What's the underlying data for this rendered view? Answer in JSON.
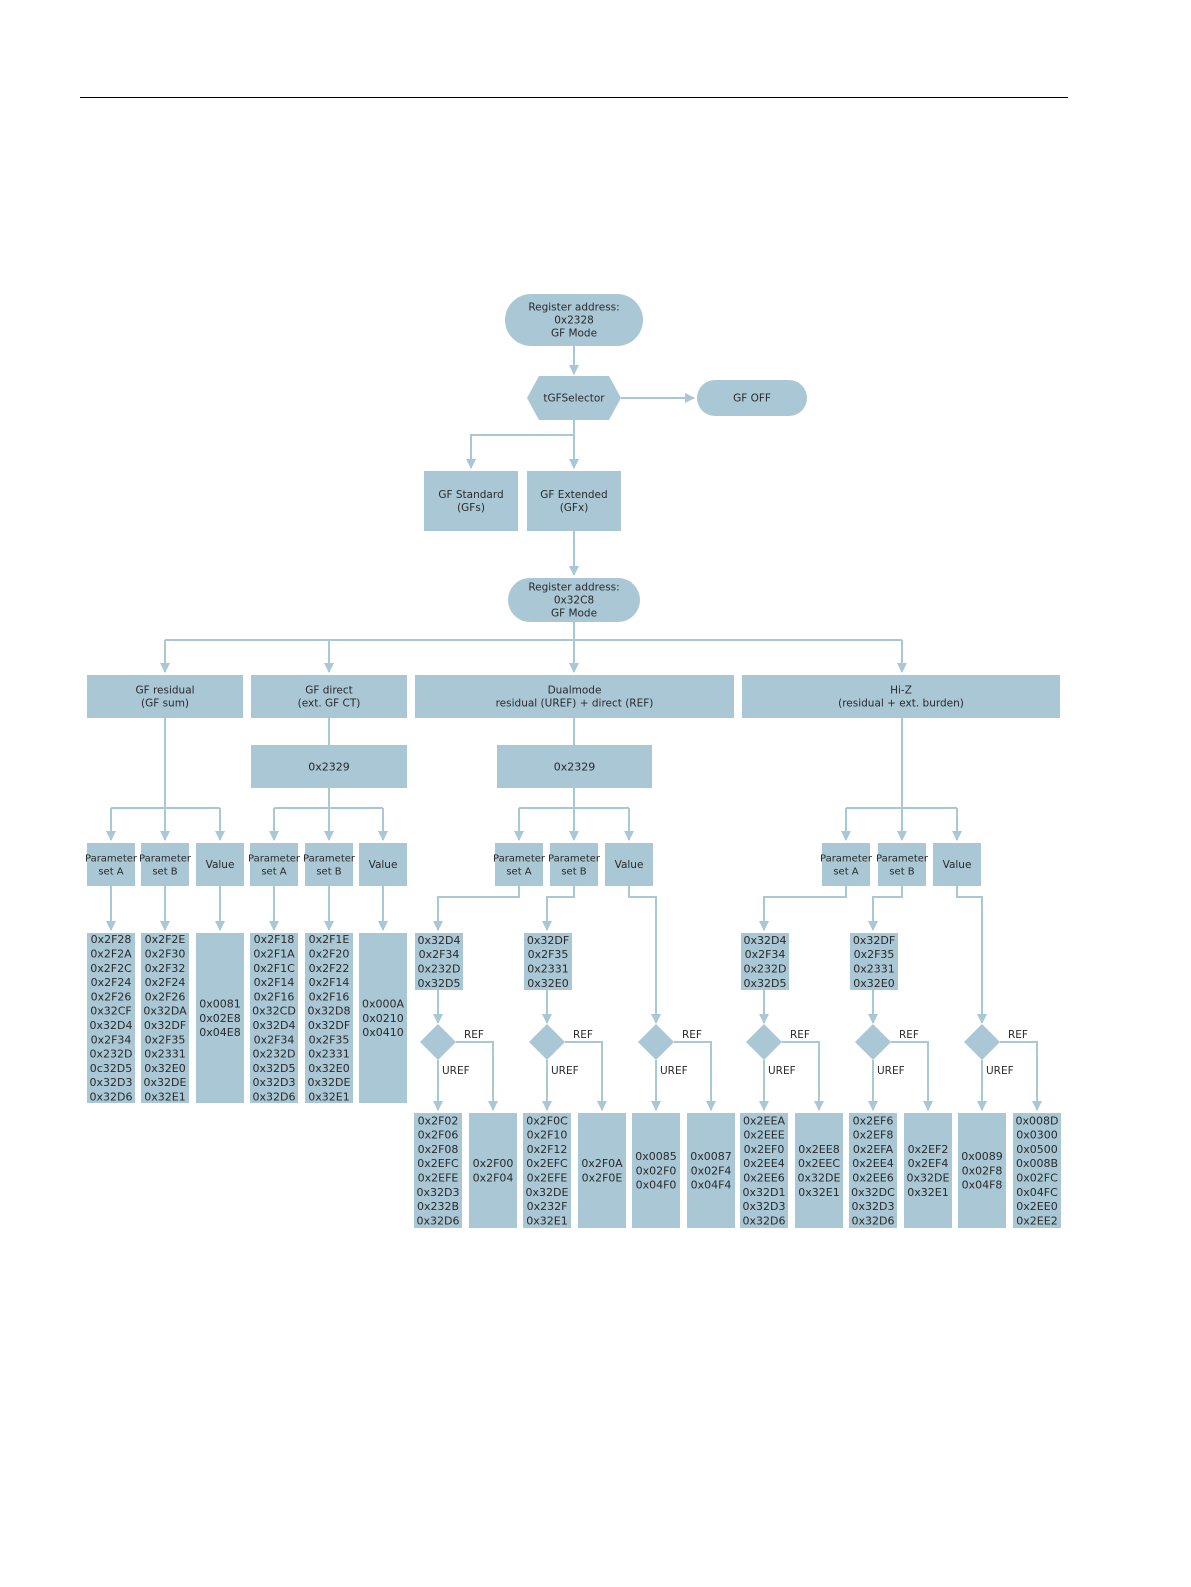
{
  "colors": {
    "fill": "#a9c7d5",
    "line": "#a9c7d5",
    "text": "#2a2a2a"
  },
  "top_node": [
    "Register address:",
    "0x2328",
    "GF Mode"
  ],
  "selector": "tGFSelector",
  "gf_off": "GF OFF",
  "gf_standard": [
    "GF Standard",
    "(GFs)"
  ],
  "gf_extended": [
    "GF Extended",
    "(GFx)"
  ],
  "register2": [
    "Register address:",
    "0x32C8",
    "GF Mode"
  ],
  "modes": {
    "gf_residual": [
      "GF residual",
      "(GF sum)"
    ],
    "gf_direct": [
      "GF direct",
      "(ext. GF CT)"
    ],
    "dualmode": [
      "Dualmode",
      "residual (UREF) + direct (REF)"
    ],
    "hiz": [
      "Hi-Z",
      "(residual + ext. burden)"
    ]
  },
  "reg_0x2329": "0x2329",
  "param_a": [
    "Parameter",
    "set A"
  ],
  "param_b": [
    "Parameter",
    "set B"
  ],
  "value_label": "Value",
  "ref_label": "REF",
  "uref_label": "UREF",
  "lists": {
    "res_a": [
      "0x2F28",
      "0x2F2A",
      "0x2F2C",
      "0x2F24",
      "0x2F26",
      "0x32CF",
      "0x32D4",
      "0x2F34",
      "0x232D",
      "0c32D5",
      "0x32D3",
      "0x32D6"
    ],
    "res_b": [
      "0x2F2E",
      "0x2F30",
      "0x2F32",
      "0x2F24",
      "0x2F26",
      "0x32DA",
      "0x32DF",
      "0x2F35",
      "0x2331",
      "0x32E0",
      "0x32DE",
      "0x32E1"
    ],
    "res_v": [
      "0x0081",
      "0x02E8",
      "0x04E8"
    ],
    "dir_a": [
      "0x2F18",
      "0x2F1A",
      "0x2F1C",
      "0x2F14",
      "0x2F16",
      "0x32CD",
      "0x32D4",
      "0x2F34",
      "0x232D",
      "0x32D5",
      "0x32D3",
      "0x32D6"
    ],
    "dir_b": [
      "0x2F1E",
      "0x2F20",
      "0x2F22",
      "0x2F14",
      "0x2F16",
      "0x32D8",
      "0x32DF",
      "0x2F35",
      "0x2331",
      "0x32E0",
      "0x32DE",
      "0x32E1"
    ],
    "dir_v": [
      "0x000A",
      "0x0210",
      "0x0410"
    ],
    "dual_a_top": [
      "0x32D4",
      "0x2F34",
      "0x232D",
      "0x32D5"
    ],
    "dual_b_top": [
      "0x32DF",
      "0x2F35",
      "0x2331",
      "0x32E0"
    ],
    "hiz_a_top": [
      "0x32D4",
      "0x2F34",
      "0x232D",
      "0x32D5"
    ],
    "hiz_b_top": [
      "0x32DF",
      "0x2F35",
      "0x2331",
      "0x32E0"
    ],
    "d1_uref": [
      "0x2F02",
      "0x2F06",
      "0x2F08",
      "0x2EFC",
      "0x2EFE",
      "0x32D3",
      "0x232B",
      "0x32D6"
    ],
    "d1_ref": [
      "0x2F00",
      "0x2F04"
    ],
    "d2_uref": [
      "0x2F0C",
      "0x2F10",
      "0x2F12",
      "0x2EFC",
      "0x2EFE",
      "0x32DE",
      "0x232F",
      "0x32E1"
    ],
    "d2_ref": [
      "0x2F0A",
      "0x2F0E"
    ],
    "d3_uref": [
      "0x0085",
      "0x02F0",
      "0x04F0"
    ],
    "d3_ref": [
      "0x0087",
      "0x02F4",
      "0x04F4"
    ],
    "h1_uref": [
      "0x2EEA",
      "0x2EEE",
      "0x2EF0",
      "0x2EE4",
      "0x2EE6",
      "0x32D1",
      "0x32D3",
      "0x32D6"
    ],
    "h1_ref": [
      "0x2EE8",
      "0x2EEC",
      "0x32DE",
      "0x32E1"
    ],
    "h2_uref": [
      "0x2EF6",
      "0x2EF8",
      "0x2EFA",
      "0x2EE4",
      "0x2EE6",
      "0x32DC",
      "0x32D3",
      "0x32D6"
    ],
    "h2_ref": [
      "0x2EF2",
      "0x2EF4",
      "0x32DE",
      "0x32E1"
    ],
    "h3_uref": [
      "0x0089",
      "0x02F8",
      "0x04F8"
    ],
    "h3_ref": [
      "0x008D",
      "0x0300",
      "0x0500",
      "0x008B",
      "0x02FC",
      "0x04FC",
      "0x2EE0",
      "0x2EE2"
    ]
  }
}
